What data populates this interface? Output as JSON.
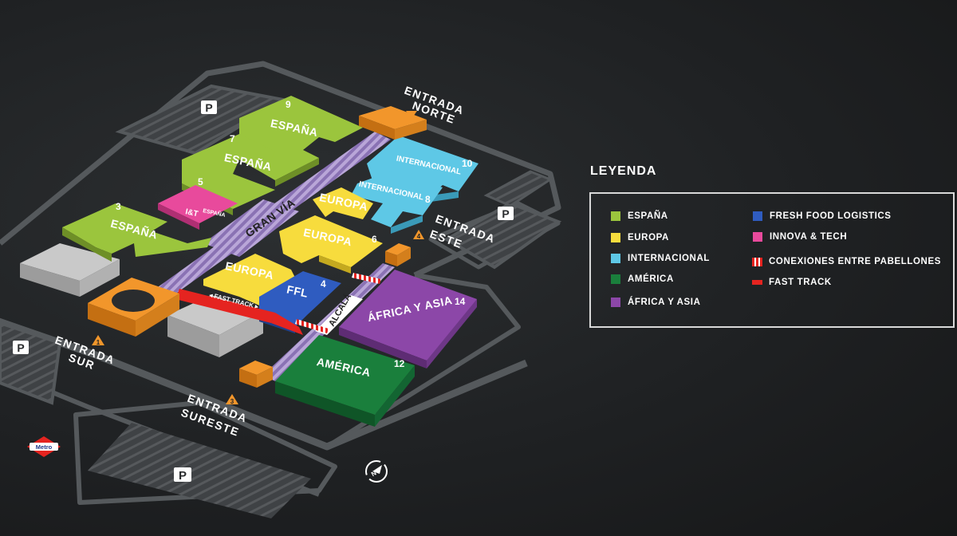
{
  "legend": {
    "title": "LEYENDA",
    "items": [
      {
        "label": "ESPAÑA",
        "color": "#9bc53d",
        "kind": "swatch"
      },
      {
        "label": "EUROPA",
        "color": "#f7dc3d",
        "kind": "swatch"
      },
      {
        "label": "INTERNACIONAL",
        "color": "#5ec8e6",
        "kind": "swatch"
      },
      {
        "label": "AMÉRICA",
        "color": "#1a7f3c",
        "kind": "swatch"
      },
      {
        "label": "ÁFRICA Y ASIA",
        "color": "#8c47a8",
        "kind": "swatch"
      },
      {
        "label": "FRESH FOOD LOGISTICS",
        "color": "#2f5cc0",
        "kind": "swatch"
      },
      {
        "label": "INNOVA & TECH",
        "color": "#e84a9c",
        "kind": "swatch"
      },
      {
        "label": "CONEXIONES ENTRE PABELLONES",
        "color": "#e52420",
        "kind": "connection"
      },
      {
        "label": "FAST TRACK",
        "color": "#e52420",
        "kind": "fasttrack"
      }
    ]
  },
  "map": {
    "pavilions": [
      {
        "number": "9",
        "label": "ESPAÑA"
      },
      {
        "number": "7",
        "label": "ESPAÑA"
      },
      {
        "number": "5",
        "label": "I&T",
        "sublabel": "ESPAÑA"
      },
      {
        "number": "3",
        "label": "ESPAÑA"
      },
      {
        "number": "10",
        "label": "INTERNACIONAL"
      },
      {
        "number": "8",
        "label": "INTERNACIONAL"
      },
      {
        "number": "6",
        "label": "EUROPA"
      },
      {
        "number": "",
        "label": "EUROPA"
      },
      {
        "number": "",
        "label": "EUROPA"
      },
      {
        "number": "4",
        "label": "FFL"
      },
      {
        "number": "14",
        "label": "ÁFRICA Y ASIA"
      },
      {
        "number": "12",
        "label": "AMÉRICA"
      }
    ],
    "streets": {
      "gran_via": "GRAN VÍA",
      "alcala": "ALCALÁ",
      "fast_track": "◂ FAST TRACK ▸"
    },
    "entrances": {
      "norte": {
        "line1": "ENTRADA",
        "line2": "NORTE"
      },
      "este": {
        "line1": "ENTRADA",
        "line2": "ESTE",
        "number": "4"
      },
      "sur": {
        "line1": "ENTRADA",
        "line2": "SUR",
        "number": "1"
      },
      "sureste": {
        "line1": "ENTRADA",
        "line2": "SURESTE",
        "number": "3"
      }
    },
    "parking_label": "P",
    "metro_label": "Metro",
    "compass_label": "N"
  }
}
